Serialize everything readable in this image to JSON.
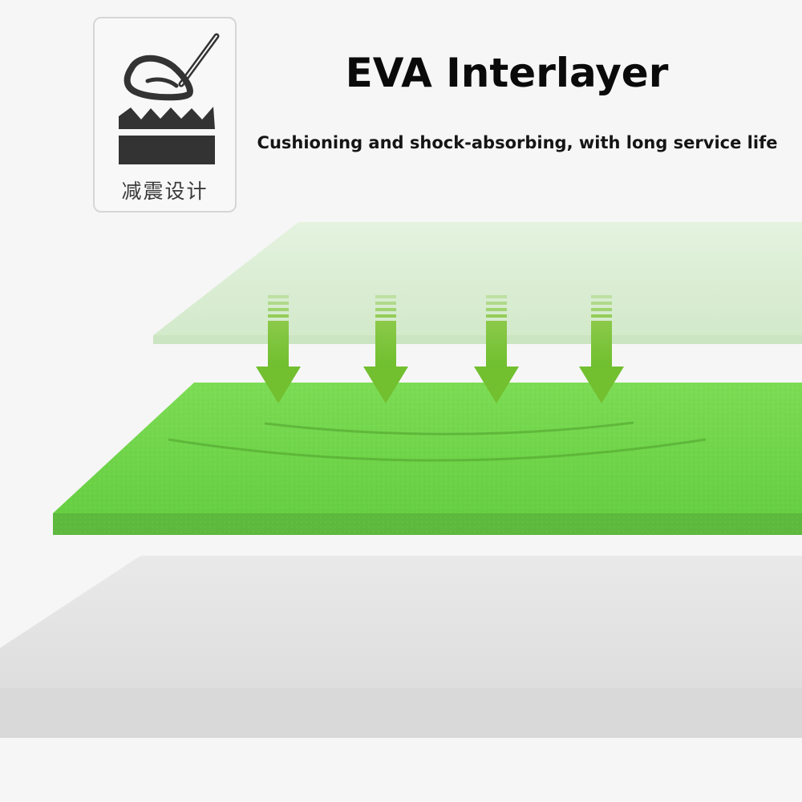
{
  "header": {
    "title": "EVA Interlayer",
    "subtitle": "Cushioning and shock-absorbing, with long service life"
  },
  "badge": {
    "label": "减震设计",
    "icon": "golf-club-impact-icon"
  },
  "colors": {
    "background": "#f6f6f6",
    "turf_green": "#6fd64a",
    "turf_edge": "#5fb83f",
    "arrow_green": "#7fc33a",
    "top_layer": "#d6ecd0",
    "base_layer": "#e4e4e4"
  },
  "illustration": {
    "arrows": [
      {
        "name": "impact-arrow-1"
      },
      {
        "name": "impact-arrow-2"
      },
      {
        "name": "impact-arrow-3"
      },
      {
        "name": "impact-arrow-4"
      }
    ]
  }
}
